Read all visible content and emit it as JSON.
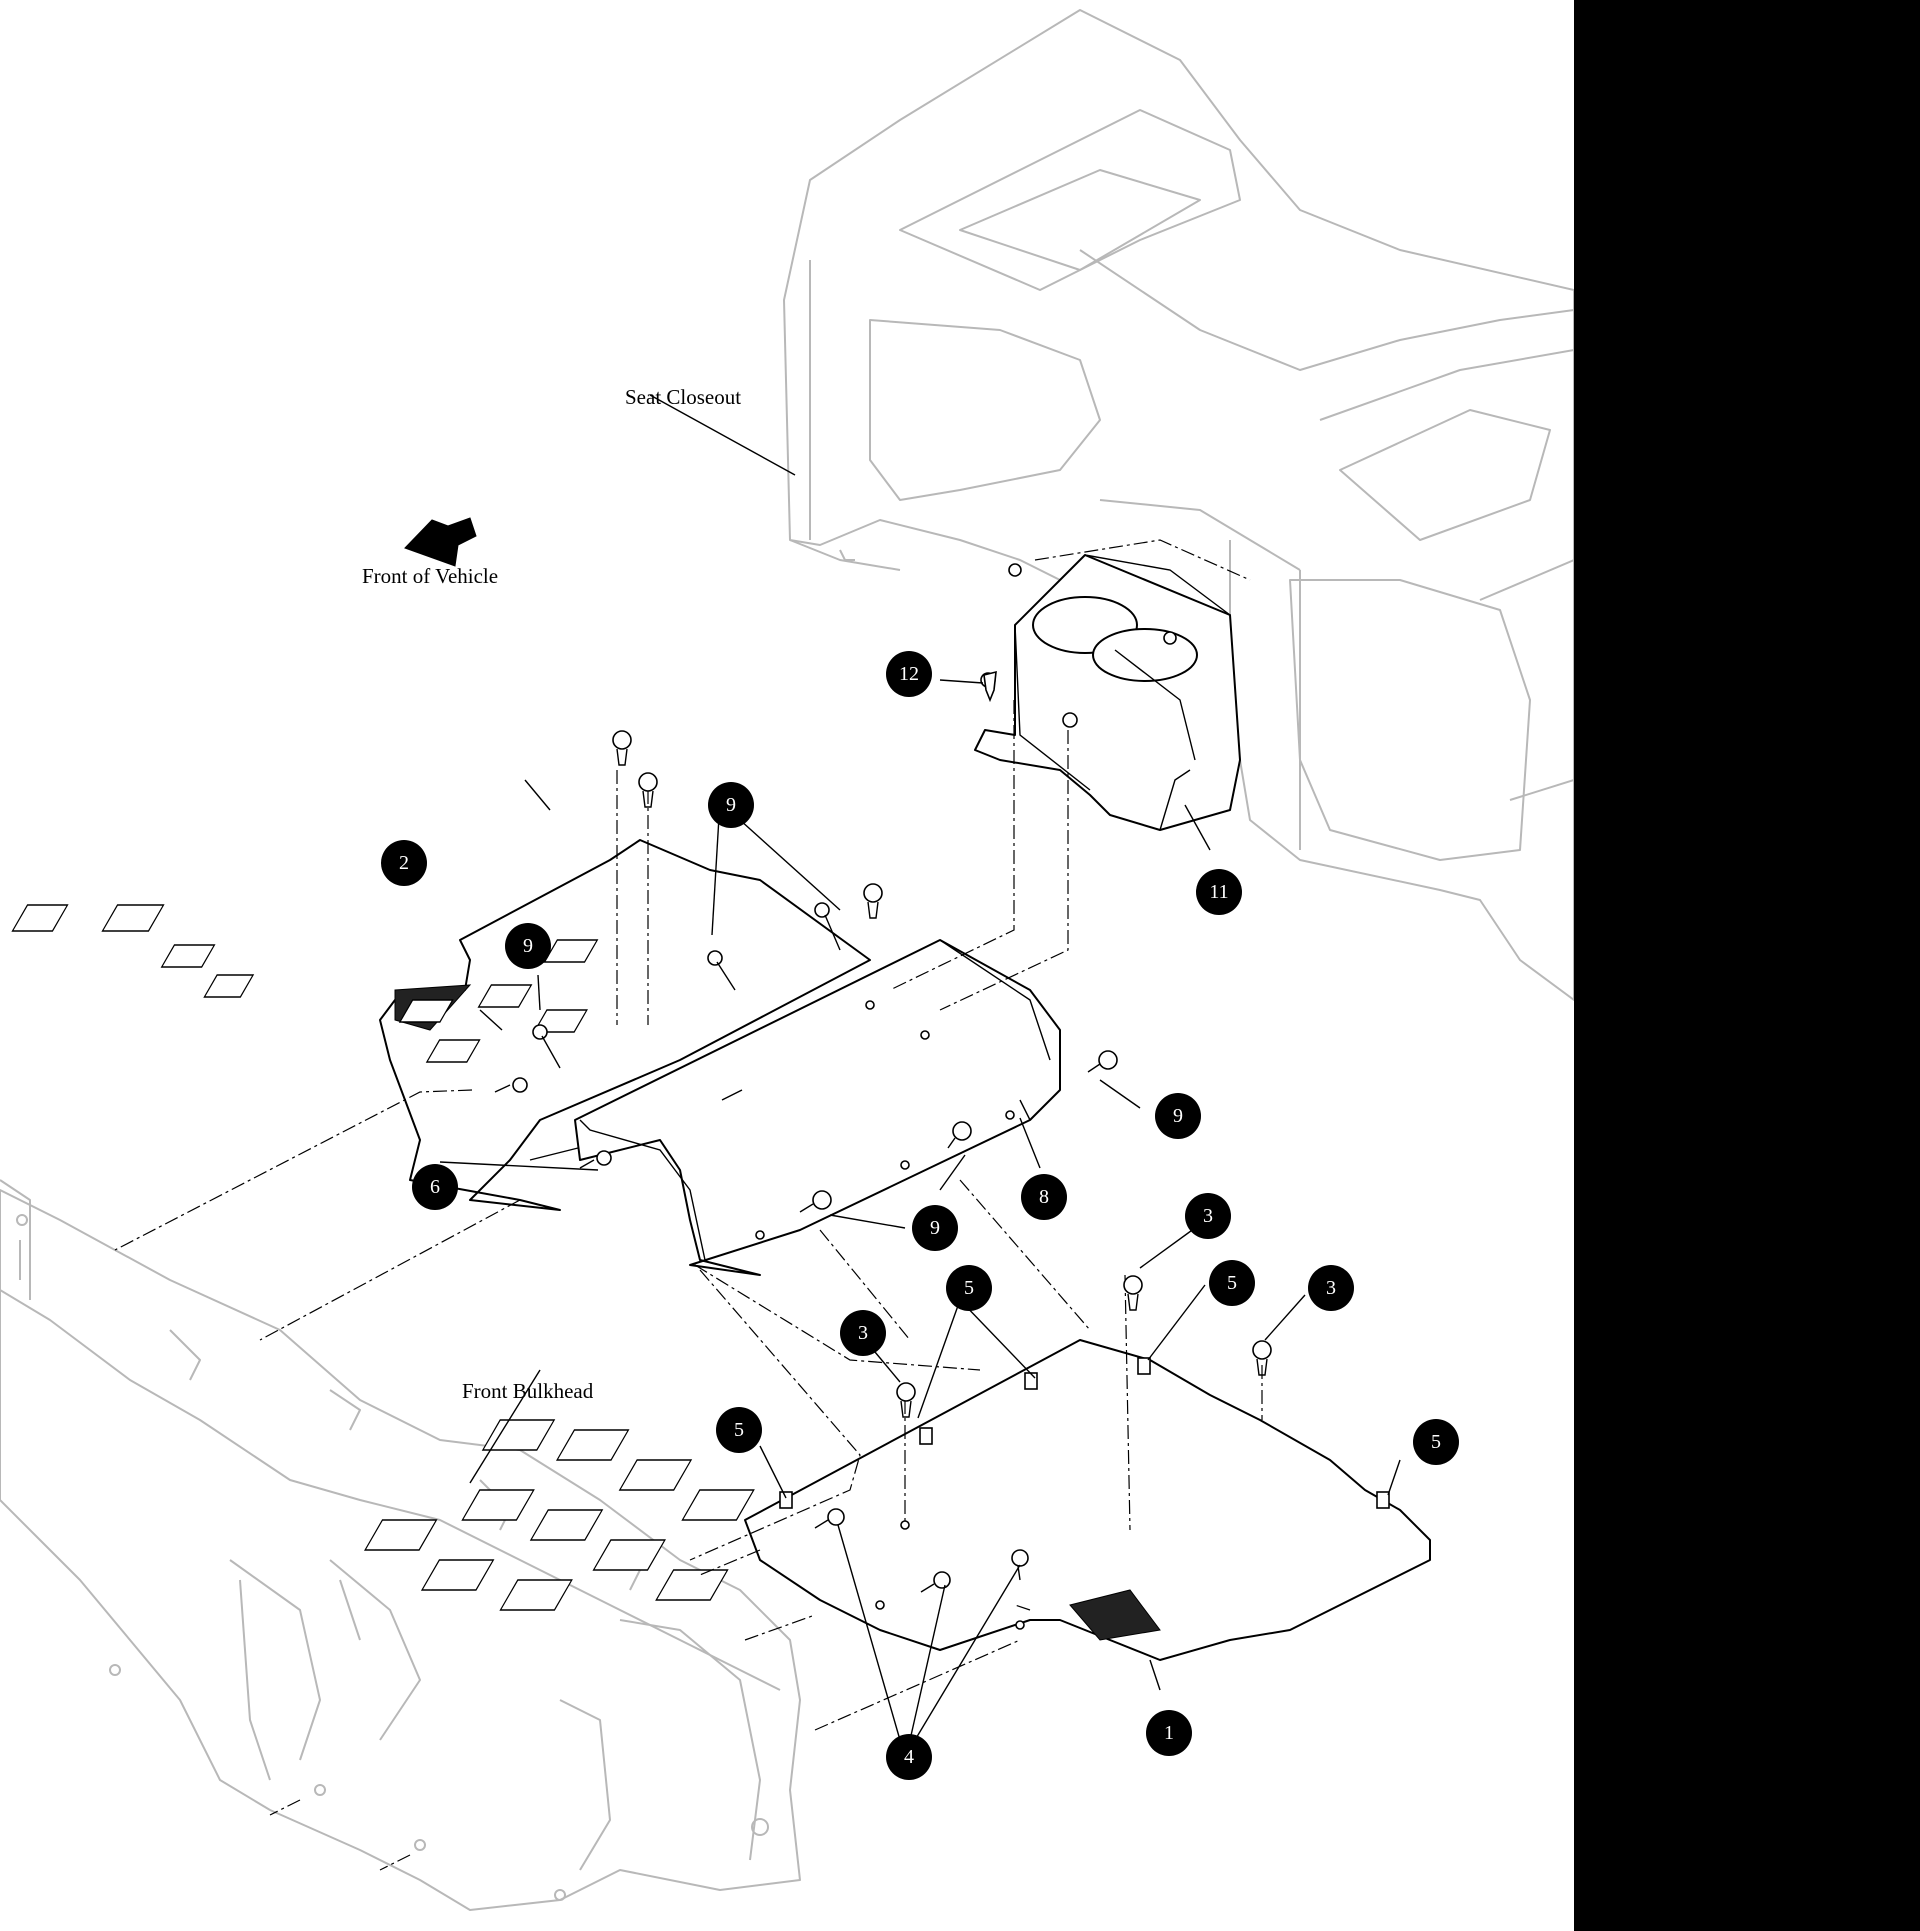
{
  "labels": {
    "seat_closeout": "Seat Closeout",
    "front_of_vehicle": "Front of Vehicle",
    "front_bulkhead": "Front Bulkhead"
  },
  "callouts": [
    {
      "id": "c12",
      "text": "12"
    },
    {
      "id": "c9a",
      "text": "9"
    },
    {
      "id": "c2",
      "text": "2"
    },
    {
      "id": "c11",
      "text": "11"
    },
    {
      "id": "c9b",
      "text": "9"
    },
    {
      "id": "c9c",
      "text": "9"
    },
    {
      "id": "c6",
      "text": "6"
    },
    {
      "id": "c8",
      "text": "8"
    },
    {
      "id": "c9d",
      "text": "9"
    },
    {
      "id": "c3a",
      "text": "3"
    },
    {
      "id": "c5a",
      "text": "5"
    },
    {
      "id": "c3b",
      "text": "3"
    },
    {
      "id": "c5b",
      "text": "5"
    },
    {
      "id": "c3c",
      "text": "3"
    },
    {
      "id": "c5c",
      "text": "5"
    },
    {
      "id": "c5d",
      "text": "5"
    },
    {
      "id": "c1",
      "text": "1"
    },
    {
      "id": "c4",
      "text": "4"
    }
  ],
  "colors": {
    "ink": "#000000",
    "ghost_line": "#b8b8b8",
    "background": "#ffffff",
    "side_panel": "#000000"
  }
}
